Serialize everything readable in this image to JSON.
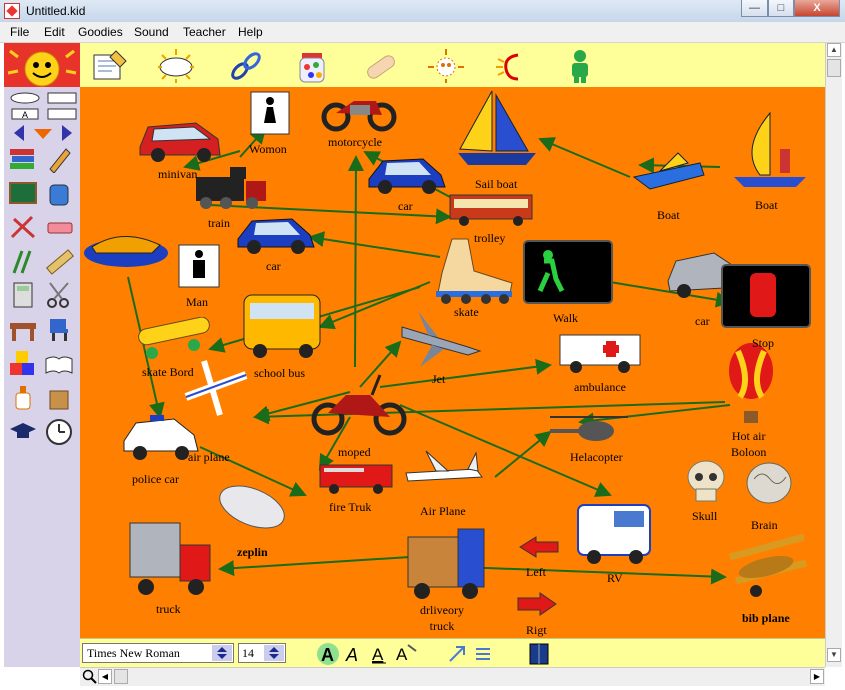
{
  "window": {
    "title": "Untitled.kid",
    "minimize": "—",
    "maximize": "□",
    "close": "X"
  },
  "menu": [
    "File",
    "Edit",
    "Goodies",
    "Sound",
    "Teacher",
    "Help"
  ],
  "toolbar": {
    "tools": [
      "note-pencil",
      "ellipse-shape",
      "link-chain",
      "candy-jar",
      "bandage",
      "face-icon",
      "sound-ear",
      "person"
    ]
  },
  "palette": {
    "text_tool_label": "A"
  },
  "colors": {
    "canvas": "#ff8000",
    "link_line": "#1a6b1a",
    "toolbar": "#ffff99",
    "palette": "#d9d3ea"
  },
  "nodes": {
    "minivan": "minivan",
    "womon": "Womon",
    "motorcycle": "motorcycle",
    "sail_boat": "Sail boat",
    "boat1": "Boat",
    "boat2": "Boat",
    "car_top": "car",
    "train": "train",
    "trolley": "trolley",
    "car_mid": "car",
    "man": "Man",
    "skate": "skate",
    "walk": "Walk",
    "car_right": "car",
    "stop": "Stop",
    "skate_board": "skate Bord",
    "school_bus": "school bus",
    "jet": "Jet",
    "ambulance": "ambulance",
    "air_plane_left": "air plane",
    "hot_air": "Hot air\nBoloon",
    "police_car": "police car",
    "moped": "moped",
    "helacopter": "Helacopter",
    "skull": "Skull",
    "brain": "Brain",
    "fire_truk": "fire Truk",
    "air_plane": "Air Plane",
    "zeplin": "zeplin",
    "rv": "RV",
    "left": "Left",
    "truck": "truck",
    "driveory": "drliveory\ntruck",
    "rigt": "Rigt",
    "bib_plane": "bib plane"
  },
  "format": {
    "font": "Times New Roman",
    "size": "14"
  }
}
